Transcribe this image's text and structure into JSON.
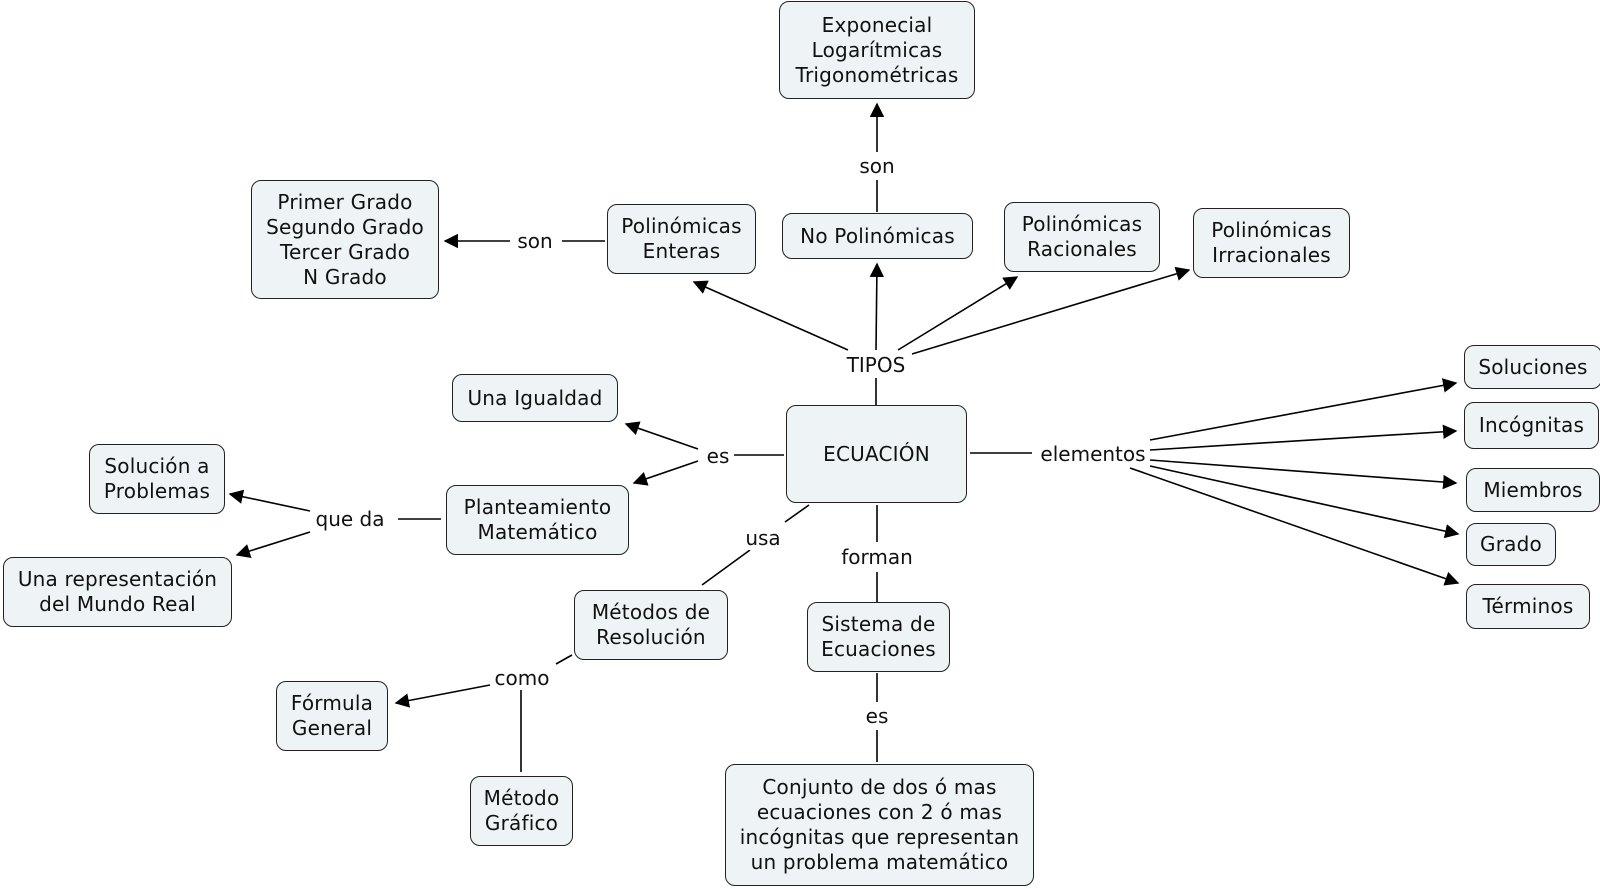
{
  "nodes": {
    "ecuacion": [
      "ECUACIÓN"
    ],
    "exponencial": [
      "Exponecial",
      "Logarítmicas",
      "Trigonométricas"
    ],
    "grados": [
      "Primer Grado",
      "Segundo Grado",
      "Tercer Grado",
      "N Grado"
    ],
    "pol_enteras": [
      "Polinómicas",
      "Enteras"
    ],
    "no_polinomicas": [
      "No Polinómicas"
    ],
    "pol_racionales": [
      "Polinómicas",
      "Racionales"
    ],
    "pol_irracionales": [
      "Polinómicas",
      "Irracionales"
    ],
    "igualdad": [
      "Una Igualdad"
    ],
    "solucion_problemas": [
      "Solución a",
      "Problemas"
    ],
    "planteamiento": [
      "Planteamiento",
      "Matemático"
    ],
    "representacion": [
      "Una representación",
      "del Mundo Real"
    ],
    "metodos": [
      "Métodos de",
      "Resolución"
    ],
    "sistema": [
      "Sistema de",
      "Ecuaciones"
    ],
    "formula": [
      "Fórmula",
      "General"
    ],
    "grafico": [
      "Método",
      "Gráfico"
    ],
    "conjunto": [
      "Conjunto de dos ó mas",
      "ecuaciones con 2 ó mas",
      "incógnitas que representan",
      "un problema matemático"
    ],
    "soluciones": [
      "Soluciones"
    ],
    "incognitas": [
      "Incógnitas"
    ],
    "miembros": [
      "Miembros"
    ],
    "grado": [
      "Grado"
    ],
    "terminos": [
      "Términos"
    ]
  },
  "links": {
    "tipos": "TIPOS",
    "son_top": "son",
    "son_left": "son",
    "es_left": "es",
    "que_da": "que da",
    "usa": "usa",
    "forman": "forman",
    "como": "como",
    "es_bottom": "es",
    "elementos": "elementos"
  }
}
